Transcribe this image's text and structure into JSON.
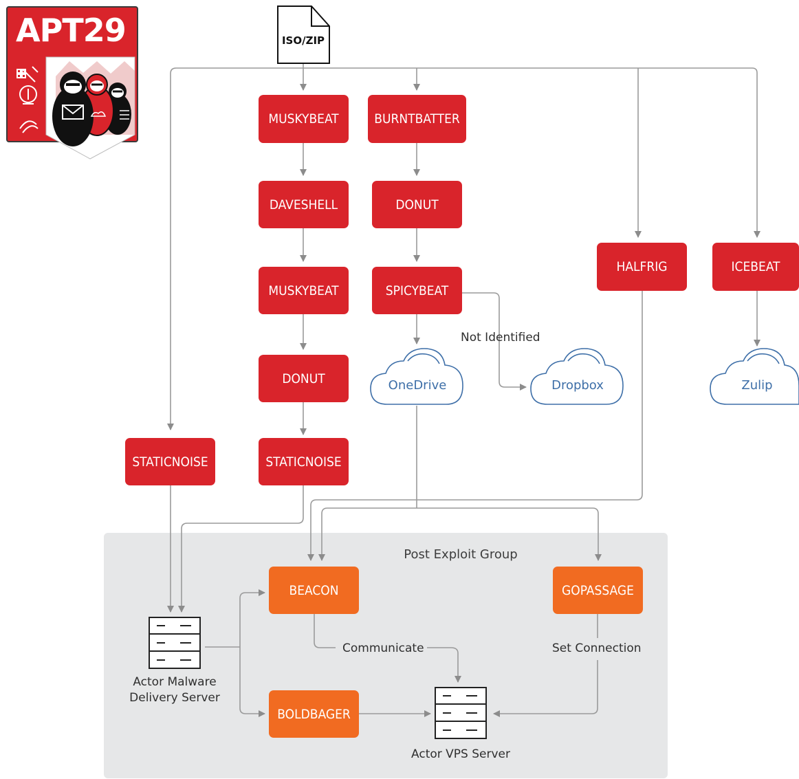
{
  "badge": {
    "title": "APT29"
  },
  "entry": {
    "label": "ISO/ZIP"
  },
  "nodes": {
    "muskybeat_1": "MUSKYBEAT",
    "daveshell": "DAVESHELL",
    "muskybeat_2": "MUSKYBEAT",
    "donut_1": "DONUT",
    "staticnoise_1": "STATICNOISE",
    "burntbatter": "BURNTBATTER",
    "donut_2": "DONUT",
    "spicybeat": "SPICYBEAT",
    "staticnoise_2": "STATICNOISE",
    "halfrig": "HALFRIG",
    "icebeat": "ICEBEAT",
    "beacon": "BEACON",
    "boldbager": "BOLDBAGER",
    "gopassage": "GOPASSAGE"
  },
  "clouds": {
    "onedrive": "OneDrive",
    "dropbox": "Dropbox",
    "zulip": "Zulip"
  },
  "labels": {
    "not_identified": "Not Identified",
    "post_exploit_group": "Post Exploit Group",
    "communicate": "Communicate",
    "set_connection": "Set Connection",
    "delivery_server_line1": "Actor Malware",
    "delivery_server_line2": "Delivery Server",
    "vps_server": "Actor VPS Server"
  },
  "colors": {
    "malware_node": "#d9242b",
    "post_exploit_node": "#f16b21",
    "group_background": "#e6e7e8",
    "connector": "#8c8c8c",
    "cloud": "#3e6fa8"
  },
  "icons": {
    "entry_file": "document-icon",
    "cloud": "cloud-icon",
    "server": "server-icon",
    "badge_figures": "matryoshka-figures-icon"
  }
}
